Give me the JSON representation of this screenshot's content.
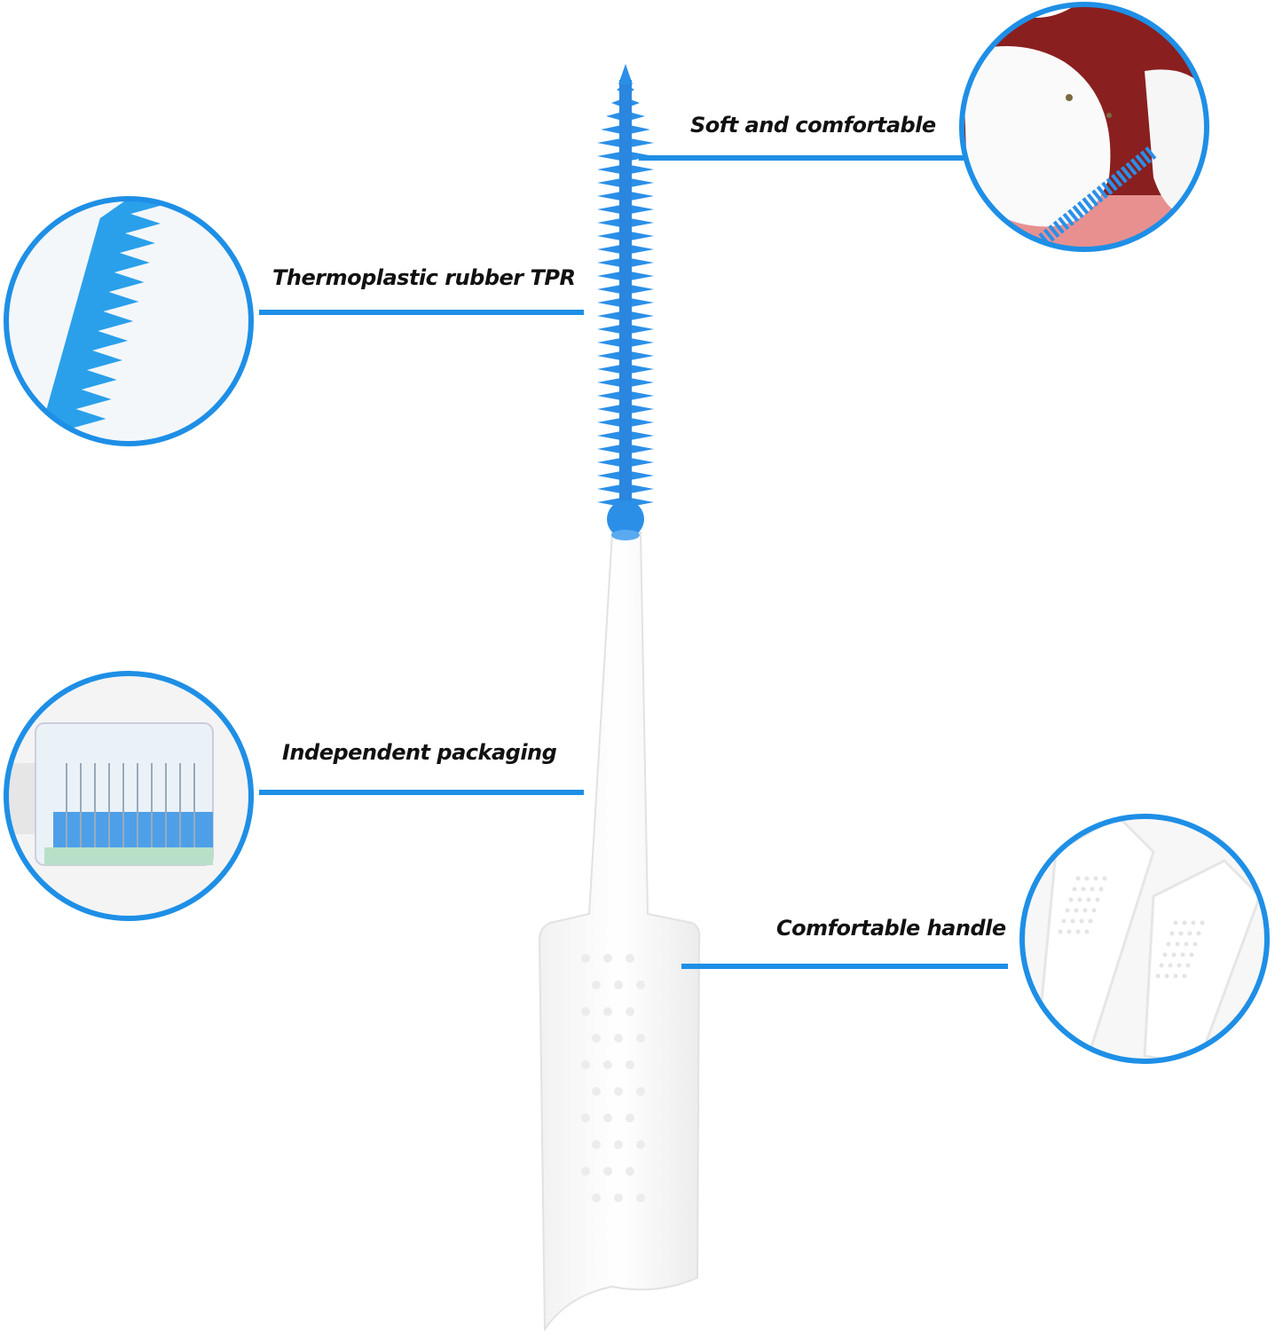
{
  "accent_color": "#1e8fe6",
  "callouts": [
    {
      "label": "Soft and comfortable",
      "icon": "teeth-closeup-icon"
    },
    {
      "label": "Thermoplastic rubber TPR",
      "icon": "rubber-bristle-closeup-icon"
    },
    {
      "label": "Independent packaging",
      "icon": "package-box-icon"
    },
    {
      "label": "Comfortable handle",
      "icon": "handle-texture-closeup-icon"
    }
  ],
  "product": {
    "icon": "interdental-brush-icon"
  }
}
